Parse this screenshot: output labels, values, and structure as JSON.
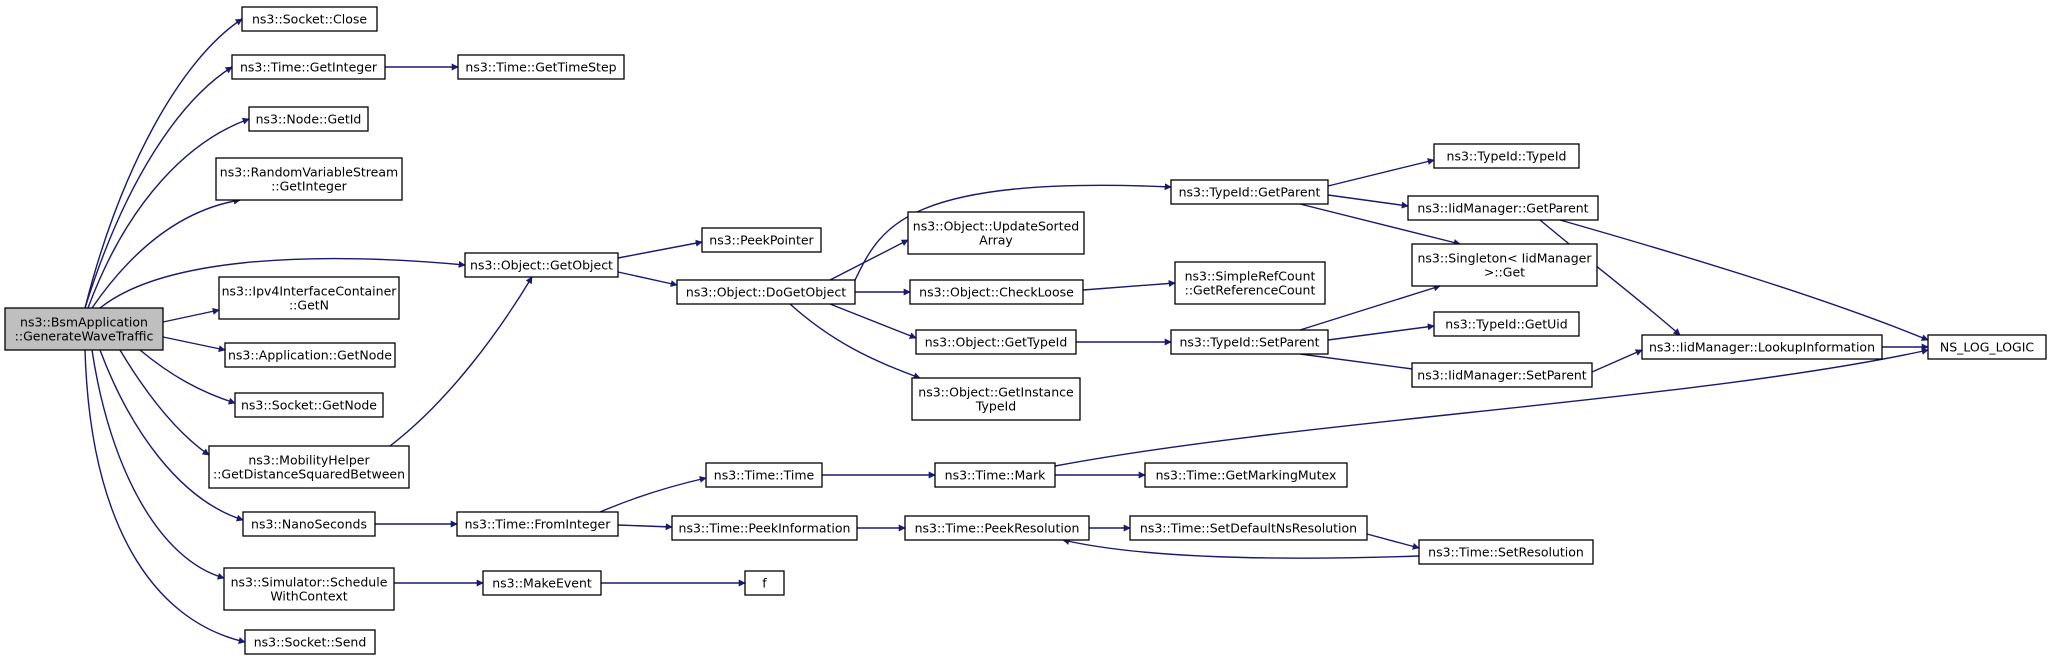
{
  "colors": {
    "edge": "#191970",
    "root_fill": "#bfbfbf",
    "node_fill": "#ffffff",
    "border": "#000000"
  },
  "nodes": {
    "root": [
      "ns3::BsmApplication",
      "::GenerateWaveTraffic"
    ],
    "socket_close": [
      "ns3::Socket::Close"
    ],
    "time_getinteger": [
      "ns3::Time::GetInteger"
    ],
    "time_gettimestep": [
      "ns3::Time::GetTimeStep"
    ],
    "node_getid": [
      "ns3::Node::GetId"
    ],
    "rvs_getinteger": [
      "ns3::RandomVariableStream",
      "::GetInteger"
    ],
    "object_getobject": [
      "ns3::Object::GetObject"
    ],
    "peekpointer": [
      "ns3::PeekPointer"
    ],
    "ipv4_getn": [
      "ns3::Ipv4InterfaceContainer",
      "::GetN"
    ],
    "app_getnode": [
      "ns3::Application::GetNode"
    ],
    "socket_getnode": [
      "ns3::Socket::GetNode"
    ],
    "mobility_getdist": [
      "ns3::MobilityHelper",
      "::GetDistanceSquaredBetween"
    ],
    "nanoseconds": [
      "ns3::NanoSeconds"
    ],
    "time_frominteger": [
      "ns3::Time::FromInteger"
    ],
    "time_time": [
      "ns3::Time::Time"
    ],
    "time_mark": [
      "ns3::Time::Mark"
    ],
    "time_getmarkingmutex": [
      "ns3::Time::GetMarkingMutex"
    ],
    "time_peekinformation": [
      "ns3::Time::PeekInformation"
    ],
    "time_peekresolution": [
      "ns3::Time::PeekResolution"
    ],
    "time_setdefaultns": [
      "ns3::Time::SetDefaultNsResolution"
    ],
    "time_setresolution": [
      "ns3::Time::SetResolution"
    ],
    "sim_schedule": [
      "ns3::Simulator::Schedule",
      "WithContext"
    ],
    "makeevent": [
      "ns3::MakeEvent"
    ],
    "f": [
      "f"
    ],
    "socket_send": [
      "ns3::Socket::Send"
    ],
    "object_dogetobject": [
      "ns3::Object::DoGetObject"
    ],
    "object_updatesorted": [
      "ns3::Object::UpdateSorted",
      "Array"
    ],
    "object_checkloose": [
      "ns3::Object::CheckLoose"
    ],
    "object_gettypeid": [
      "ns3::Object::GetTypeId"
    ],
    "object_getinstance": [
      "ns3::Object::GetInstance",
      "TypeId"
    ],
    "simplerefcount": [
      "ns3::SimpleRefCount",
      "::GetReferenceCount"
    ],
    "typeid_getparent": [
      "ns3::TypeId::GetParent"
    ],
    "typeid_typeid": [
      "ns3::TypeId::TypeId"
    ],
    "iid_getparent": [
      "ns3::IidManager::GetParent"
    ],
    "singleton_get": [
      "ns3::Singleton< IidManager",
      " >::Get"
    ],
    "typeid_setparent": [
      "ns3::TypeId::SetParent"
    ],
    "typeid_getuid": [
      "ns3::TypeId::GetUid"
    ],
    "iid_setparent": [
      "ns3::IidManager::SetParent"
    ],
    "iid_lookup": [
      "ns3::IidManager::LookupInformation"
    ],
    "ns_log_logic": [
      "NS_LOG_LOGIC"
    ]
  }
}
